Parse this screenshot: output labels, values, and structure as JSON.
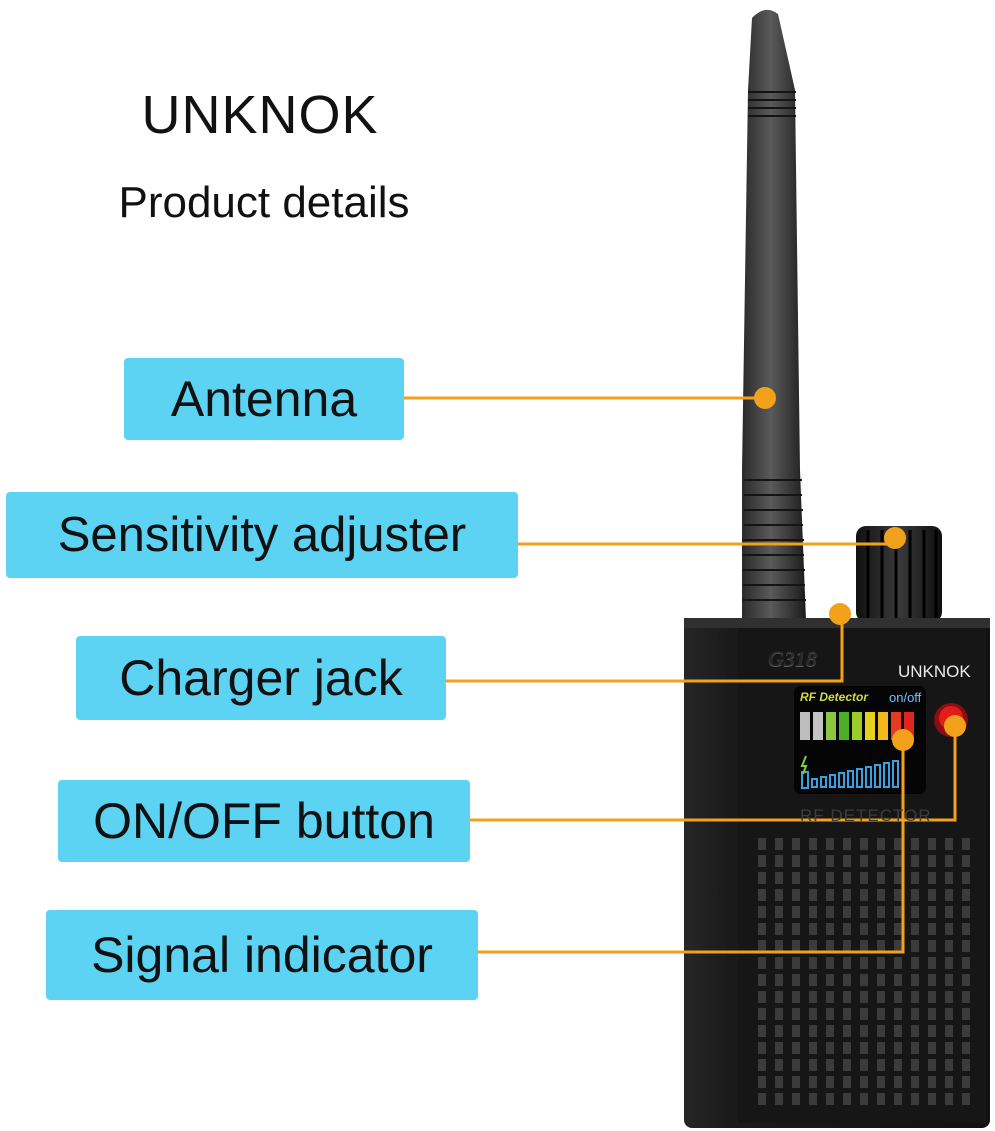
{
  "header": {
    "brand": "UNKNOK",
    "subtitle": "Product details"
  },
  "callouts": {
    "antenna": "Antenna",
    "sensitivity": "Sensitivity adjuster",
    "charger": "Charger jack",
    "onoff": "ON/OFF button",
    "signal": "Signal indicator"
  },
  "device": {
    "model": "G318",
    "brand": "UNKNOK",
    "screen_title": "RF Detector",
    "screen_onoff": "on/off",
    "panel_label": "RF DETECTOR"
  },
  "colors": {
    "callout_bg": "#5dd3f3",
    "connector": "#f2a21a",
    "device_body": "#1b1b1b"
  }
}
